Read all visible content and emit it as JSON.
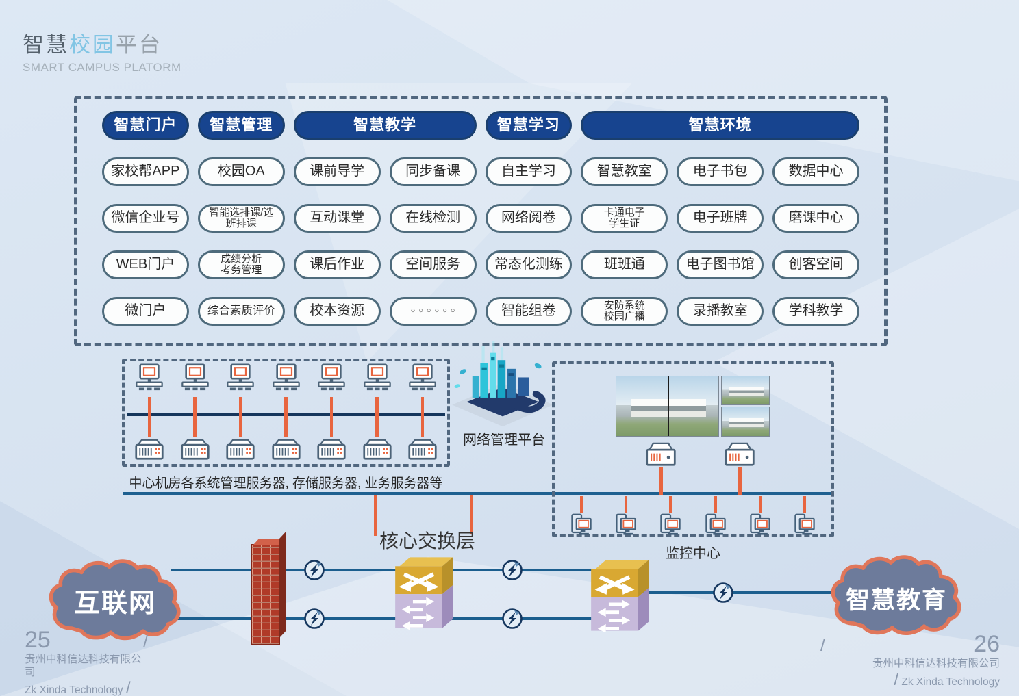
{
  "header": {
    "title_zhi": "智慧",
    "title_xiao": "校园",
    "title_ping": "平台",
    "subtitle": "SMART CAMPUS PLATORM"
  },
  "matrix": {
    "headers": [
      "智慧门户",
      "智慧管理",
      "智慧教学",
      "智慧学习",
      "智慧环境"
    ],
    "rows": [
      [
        "家校帮APP",
        "校园OA",
        "课前导学",
        "同步备课",
        "自主学习",
        "智慧教室",
        "电子书包",
        "数据中心"
      ],
      [
        "微信企业号",
        "智能选排课/选\n班排课",
        "互动课堂",
        "在线检测",
        "网络阅卷",
        "卡通电子\n学生证",
        "电子班牌",
        "磨课中心"
      ],
      [
        "WEB门户",
        "成绩分析\n考务管理",
        "课后作业",
        "空间服务",
        "常态化测练",
        "班班通",
        "电子图书馆",
        "创客空间"
      ],
      [
        "微门户",
        "综合素质评价",
        "校本资源",
        "○○○○○○",
        "智能组卷",
        "安防系统\n校园广播",
        "录播教室",
        "学科教学"
      ]
    ]
  },
  "server_room": {
    "caption": "中心机房各系统管理服务器, 存储服务器, 业务服务器等",
    "computer_count": 7
  },
  "network_platform": {
    "label": "网络管理平台"
  },
  "monitoring": {
    "label": "监控中心",
    "client_count": 6,
    "dvr_count": 2
  },
  "core_layer": {
    "label": "核心交换层"
  },
  "clouds": {
    "internet": "互联网",
    "education": "智慧教育"
  },
  "footer": {
    "left_page": "25",
    "right_page": "26",
    "company": "贵州中科信达科技有限公司",
    "company_en": "Zk Xinda Technology",
    "slash": "/"
  },
  "colors": {
    "header_pill": "#17448f",
    "pill_border": "#4e6b7c",
    "dashed_border": "#51677f",
    "orange_connector": "#e8653f",
    "line_blue": "#1b5e8e",
    "cloud_fill": "#6d7b9b",
    "cloud_border": "#e0765a",
    "switch_gold": "#d9a832",
    "switch_purple": "#c7badb",
    "firewall_red": "#b03a28"
  }
}
